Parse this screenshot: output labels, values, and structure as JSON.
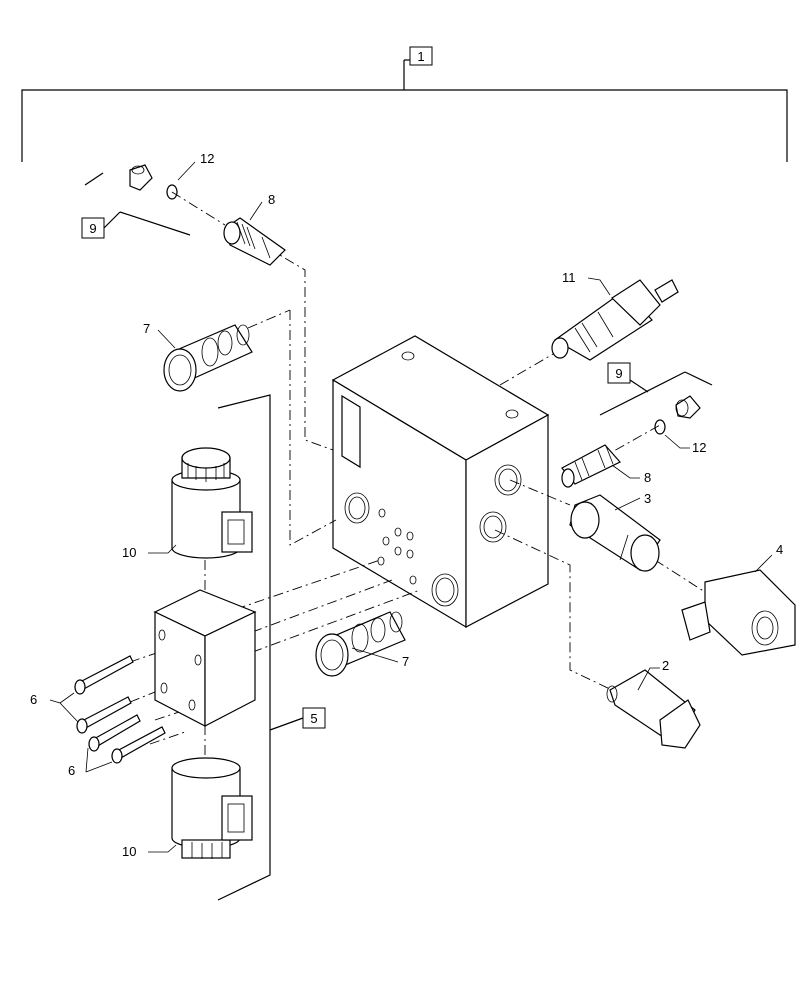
{
  "callouts": {
    "c1": "1",
    "c2": "2",
    "c3": "3",
    "c4": "4",
    "c5": "5",
    "c6a": "6",
    "c6b": "6",
    "c7a": "7",
    "c7b": "7",
    "c8a": "8",
    "c8b": "8",
    "c9a": "9",
    "c9b": "9",
    "c10a": "10",
    "c10b": "10",
    "c11": "11",
    "c12a": "12",
    "c12b": "12"
  }
}
